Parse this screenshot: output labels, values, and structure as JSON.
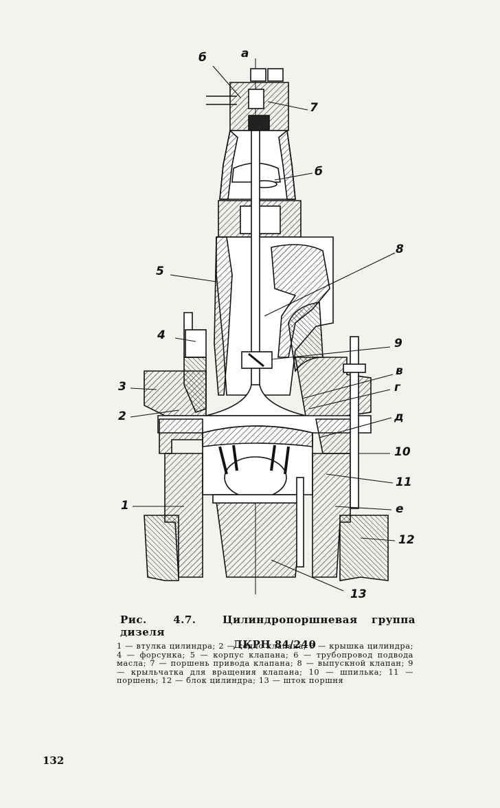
{
  "figure": {
    "callouts": {
      "b_top": "б",
      "a": "а",
      "n7": "7",
      "b_right": "б",
      "n8": "8",
      "n5": "5",
      "n4": "4",
      "n9": "9",
      "v": "в",
      "n3": "3",
      "g": "г",
      "n2": "2",
      "d": "д",
      "n10": "10",
      "n11": "11",
      "n1": "1",
      "e": "е",
      "n12": "12",
      "n13": "13"
    }
  },
  "caption": {
    "prefix": "Рис.",
    "number": "4.7.",
    "title_line1": "Цилиндропоршневая группа дизеля",
    "title_line2": "ДКРН 84/240"
  },
  "legend": "1 — втулка цилиндра; 2 — седло клапана; 3 — крышка цилиндра; 4 — форсунка; 5 — корпус клапана; 6 — трубопровод подвода масла; 7 — поршень привода клапана; 8 — выпускной клапан; 9 — крыльчатка для вращения клапана; 10 — шпилька; 11 — поршень; 12 — блок цилиндра; 13 — шток поршня",
  "page_number": "132"
}
